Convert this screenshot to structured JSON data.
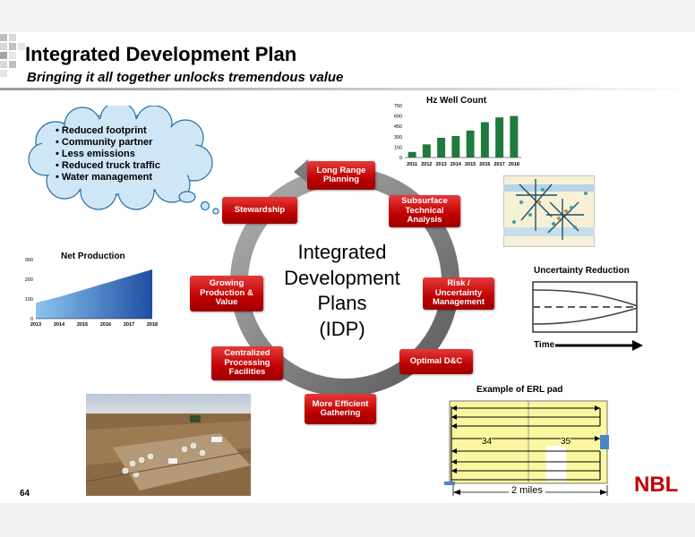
{
  "header": {
    "title": "Integrated Development Plan",
    "subtitle": "Bringing it all together unlocks tremendous value"
  },
  "page_number": "64",
  "cloud": {
    "items": [
      "Reduced footprint",
      "Community partner",
      "Less emissions",
      "Reduced truck traffic",
      "Water management"
    ]
  },
  "cycle": {
    "center_lines": [
      "Integrated",
      "Development",
      "Plans",
      "(IDP)"
    ],
    "nodes": {
      "long_range": "Long Range Planning",
      "subsurface": "Subsurface Technical Analysis",
      "risk": "Risk / Uncertainty Management",
      "optimal": "Optimal D&C",
      "gathering": "More Efficient Gathering",
      "facilities": "Centralized Processing Facilities",
      "growing": "Growing Production & Value",
      "stewardship": "Stewardship"
    }
  },
  "uncertainty": {
    "title": "Uncertainty Reduction",
    "time_label": "Time"
  },
  "erl": {
    "title": "Example of ERL pad",
    "label_34": "34",
    "label_35": "35",
    "distance": "2 miles"
  },
  "logo": "NBL",
  "colors": {
    "node_red": "#c00000",
    "bar_green": "#1f7a3d",
    "area_blue": "#1f4ea1"
  },
  "chart_data": [
    {
      "type": "bar",
      "title": "Hz Well Count",
      "categories": [
        "2011",
        "2012",
        "2013",
        "2014",
        "2015",
        "2016",
        "2017",
        "2018"
      ],
      "values": [
        80,
        190,
        285,
        310,
        390,
        510,
        580,
        600
      ],
      "ylim": [
        0,
        750
      ],
      "yticks": [
        0,
        150,
        300,
        450,
        600,
        750
      ],
      "xlabel": "",
      "ylabel": ""
    },
    {
      "type": "area",
      "title": "Net Production",
      "x": [
        2013,
        2014,
        2015,
        2016,
        2017,
        2018
      ],
      "values": [
        80,
        110,
        145,
        180,
        215,
        250
      ],
      "xticks": [
        "2013",
        "2014",
        "2015",
        "2016",
        "2017",
        "2018"
      ],
      "ylim": [
        0,
        300
      ],
      "yticks": [
        0,
        100,
        200,
        300
      ],
      "xlabel": "",
      "ylabel": ""
    }
  ]
}
